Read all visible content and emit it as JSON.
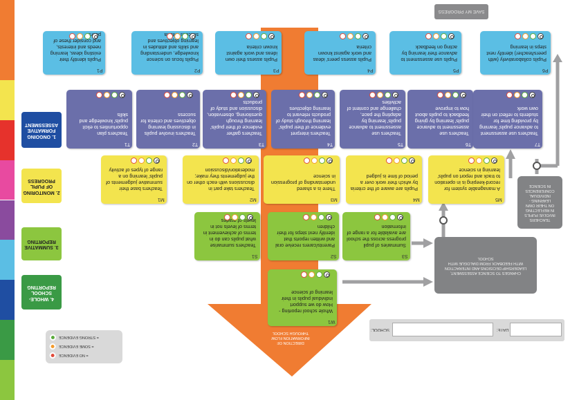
{
  "save_button": "SAVE MY PROGRESS",
  "arrow_text": "DIRECTION OF INFORMATION FLOW THROUGH SCHOOL",
  "rows": [
    {
      "id": "ongoing",
      "label": "1. ONGOING FORMATIVE ASSESSMENT",
      "color": "#1f4ea2",
      "text_color": "#ffffff"
    },
    {
      "id": "monitoring",
      "label": "2. MONITORING OF PUPIL PROGRESS",
      "color": "#f3e44e",
      "text_color": "#222222"
    },
    {
      "id": "summative",
      "label": "3. SUMMATIVE REPORTING",
      "color": "#8cc63f",
      "text_color": "#222222"
    },
    {
      "id": "whole_school",
      "label": "4. WHOLE-SCHOOL REPORTING",
      "color": "#3a9a45",
      "text_color": "#ffffff"
    }
  ],
  "side_strip": [
    "#f07c32",
    "#f07c32",
    "#f3e44e",
    "#e6322c",
    "#e84aa0",
    "#8a4b9e",
    "#5bbee4",
    "#1f4ea2",
    "#3a9a45",
    "#8cc63f"
  ],
  "pupil_cards": [
    {
      "code": "P1",
      "text": "Pupils identify their existing ideas, learning needs and interests, and consider these of peers"
    },
    {
      "code": "P2",
      "text": "Pupils focus on science knowledge, understanding and skills and attitudes in learning objectives and success criteria"
    },
    {
      "code": "P3",
      "text": "Pupils assess their own ideas and work against known criteria"
    },
    {
      "code": "P4",
      "text": "Pupils assess peers' ideas and work against known criteria"
    },
    {
      "code": "P5",
      "text": "Pupils use assessment to advance their learning by acting on feedback"
    },
    {
      "code": "P6",
      "text": "Pupils collaboratively (with peers/teacher) identify next steps in learning"
    }
  ],
  "teacher_cards": [
    {
      "code": "T1",
      "text": "Teachers plan opportunities to elicit pupils' knowledge and skills"
    },
    {
      "code": "T2",
      "text": "Teachers involve pupils in discussing learning objectives and criteria for success"
    },
    {
      "code": "T3",
      "text": "Teachers gather evidence of their pupils' learning through questioning, observation, discussion and study of products"
    },
    {
      "code": "T4",
      "text": "Teachers interpret evidence of their pupils' learning through study of products relevant to learning objectives"
    },
    {
      "code": "T5",
      "text": "Teachers use assessment to advance pupils' learning by adapting the pace, challenge and content of activities"
    },
    {
      "code": "T6",
      "text": "Teachers use assessment to advance pupils' learning by giving feedback to pupils about how to improve"
    },
    {
      "code": "T7",
      "text": "Teachers use assessment to advance pupils' learning by providing time for students to reflect on their own work"
    }
  ],
  "monitoring_cards": [
    {
      "code": "M1",
      "text": "Teachers base their summative judgements of pupils' learning on a range of types of activity"
    },
    {
      "code": "M2",
      "text": "Teachers take part in discussions with each other on the judgements they make; moderation/discussion"
    },
    {
      "code": "M3",
      "text": "There is a shared understanding of progression in science"
    },
    {
      "code": "M4",
      "text": "Pupils are aware of the criteria by which their work over a period of time is judged"
    },
    {
      "code": "M5",
      "text": "A manageable system for record-keeping is in operation to track and report on pupils' learning in science"
    }
  ],
  "summative_cards": [
    {
      "code": "S1",
      "text": "Teachers summarise what pupils can do in terms of achievement in terms of levels not in levels of grades"
    },
    {
      "code": "S2",
      "text": "Parents/carers receive oral and written reports that identify next steps for their children"
    },
    {
      "code": "S3",
      "text": "Summaries of pupil progress across the school are available for a range of information"
    }
  ],
  "whole_school_card": {
    "code": "W1",
    "text": "Whole school reporting - How do we support individual pupils in their learning of science"
  },
  "gray_boxes": {
    "teachers": "TEACHERS INVOLVE PUPILS IN REFLECTING ON THEIR OWN LEARNING - INDIVIDUAL CONFERENCES IN SCIENCE",
    "school": "CHANGES TO SCIENCE ASSESSMENT, LEADERSHIP DECISIONS AND INTERACTION WITH FEEDBACK FROM DIALOGUE WITH SCHOOL"
  },
  "school_label": "SCHOOL:",
  "date_label": "DATE:",
  "legend": [
    {
      "label": "= STRONG EVIDENCE",
      "color": "#5aaa3c"
    },
    {
      "label": "= SOME EVIDENCE",
      "color": "#f39a2c"
    },
    {
      "label": "= NO EVIDENCE",
      "color": "#e04a3a"
    }
  ]
}
